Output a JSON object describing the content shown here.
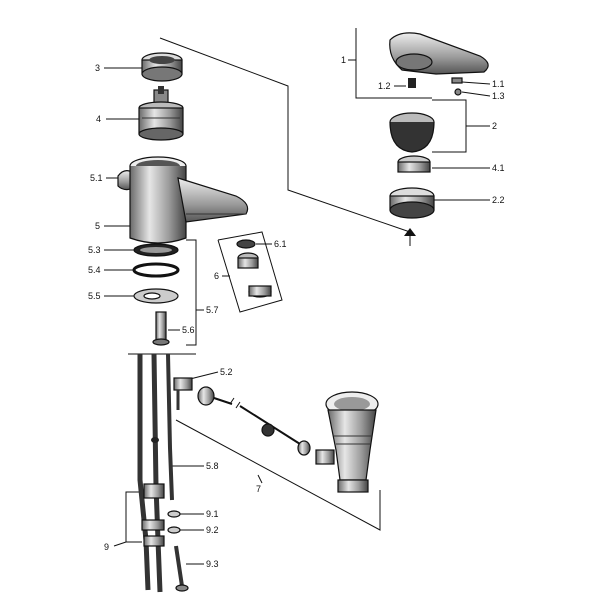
{
  "colors": {
    "ink": "#111111",
    "paper": "#ffffff",
    "chrome": "#cfcfcf",
    "chrome_dark": "#5a5a5a"
  },
  "labels": {
    "l3": "3",
    "l4": "4",
    "l51": "5.1",
    "l5": "5",
    "l53": "5.3",
    "l54": "5.4",
    "l55": "5.5",
    "l57": "5.7",
    "l56": "5.6",
    "l52": "5.2",
    "l58": "5.8",
    "l7": "7",
    "l9": "9",
    "l91": "9.1",
    "l92": "9.2",
    "l93": "9.3",
    "l6": "6",
    "l61": "6.1",
    "l1": "1",
    "l12": "1.2",
    "l11": "1.1",
    "l13": "1.3",
    "l2": "2",
    "l41": "4.1",
    "l22": "2.2"
  }
}
